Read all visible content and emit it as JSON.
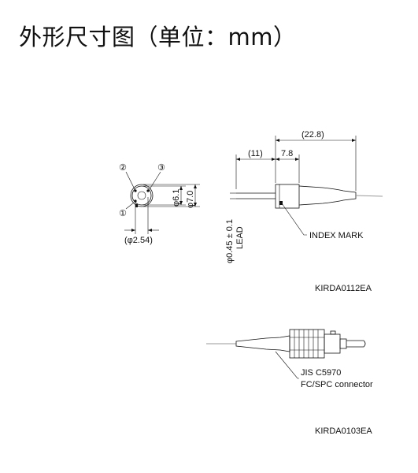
{
  "title": "外形尺寸图（单位：mm）",
  "drawing1": {
    "pin_labels": [
      "②",
      "③",
      "①"
    ],
    "dim_pin_circle": "(φ2.54)",
    "dim_inner_dia": "φ6.1",
    "dim_outer_dia": "φ7.0",
    "dim_total": "(22.8)",
    "dim_lead_len": "(11)",
    "dim_body": "7.8",
    "dim_lead_dia": "φ0.45 ± 0.1",
    "lead_label": "LEAD",
    "index_mark": "INDEX MARK",
    "code": "KIRDA0112EA"
  },
  "drawing2": {
    "connector_std": "JIS C5970",
    "connector_type": "FC/SPC connector",
    "code": "KIRDA0103EA"
  }
}
